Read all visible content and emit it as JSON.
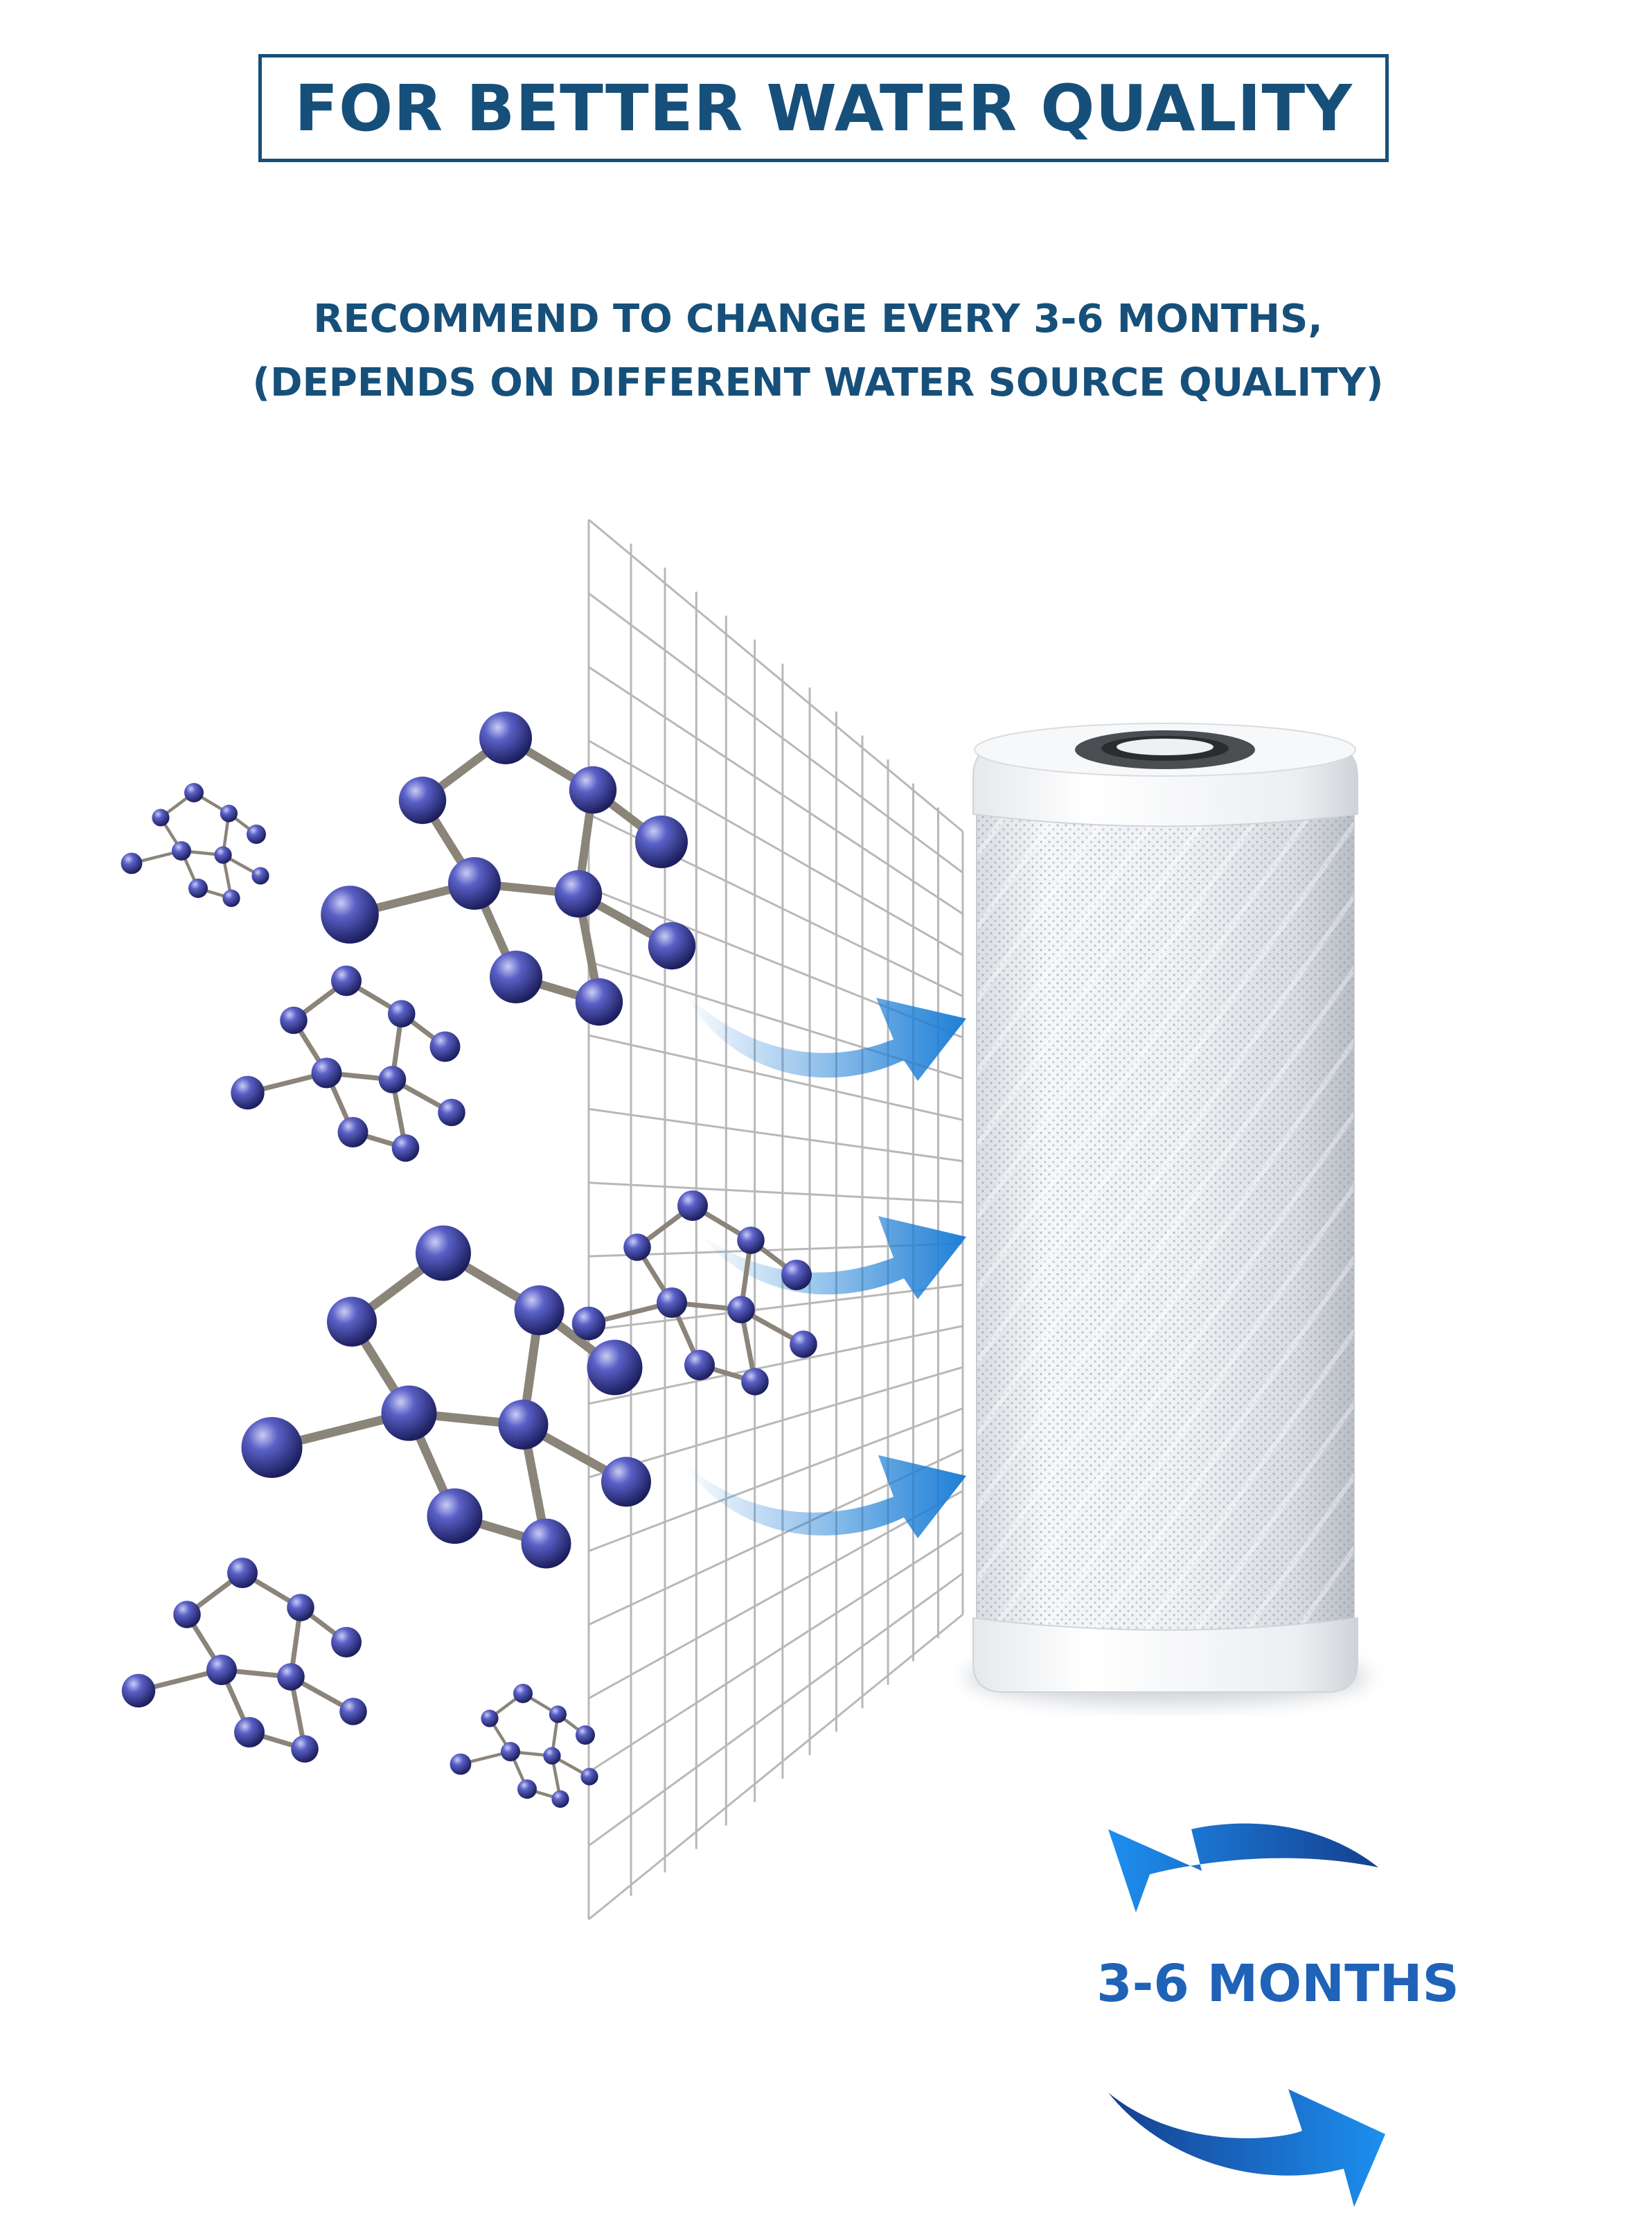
{
  "header": {
    "title": "FOR BETTER WATER QUALITY"
  },
  "recommendation": {
    "line1": "RECOMMEND TO CHANGE EVERY 3-6 MONTHS,",
    "line2": "(DEPENDS ON DIFFERENT WATER SOURCE QUALITY)"
  },
  "cycle": {
    "label": "3-6 MONTHS"
  },
  "colors": {
    "brand_navy": "#16507a",
    "cycle_blue": "#1f62b8",
    "arrow_blue": "#1e7fd6",
    "molecule_blue": "#3a3f9c"
  },
  "icons": [
    "molecule-icon",
    "filter-mesh",
    "flow-arrow-icon",
    "filter-cartridge",
    "cycle-arrow-icon"
  ]
}
